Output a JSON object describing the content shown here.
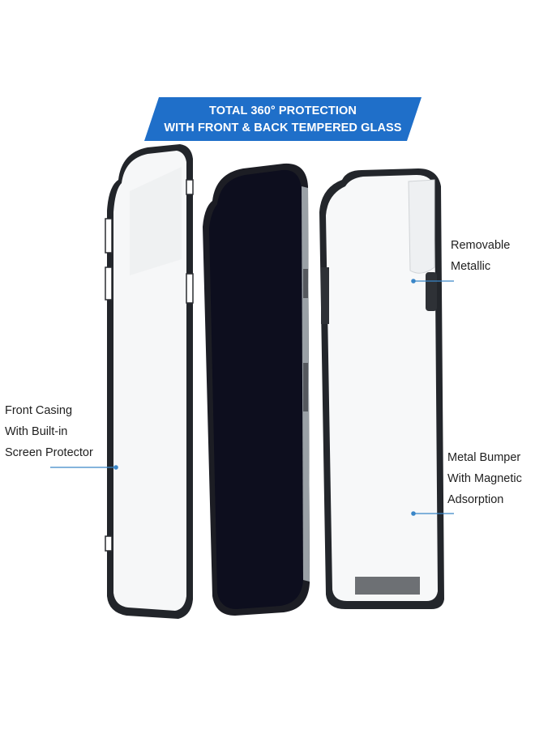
{
  "banner": {
    "line1": "TOTAL 360° PROTECTION",
    "line2": "WITH FRONT & BACK TEMPERED GLASS",
    "color": "#1f6fc9"
  },
  "labels": {
    "front_casing": [
      "Front Casing",
      "With Built-in",
      "Screen Protector"
    ],
    "removable": [
      "Removable",
      "Metallic"
    ],
    "metal_bumper": [
      "Metal Bumper",
      "With Magnetic",
      "Adsorption"
    ]
  },
  "colors": {
    "frame": "#222428",
    "glass": "#f7f8f9",
    "screen": "#0e0f1e",
    "pointer": "#3a86c8"
  }
}
